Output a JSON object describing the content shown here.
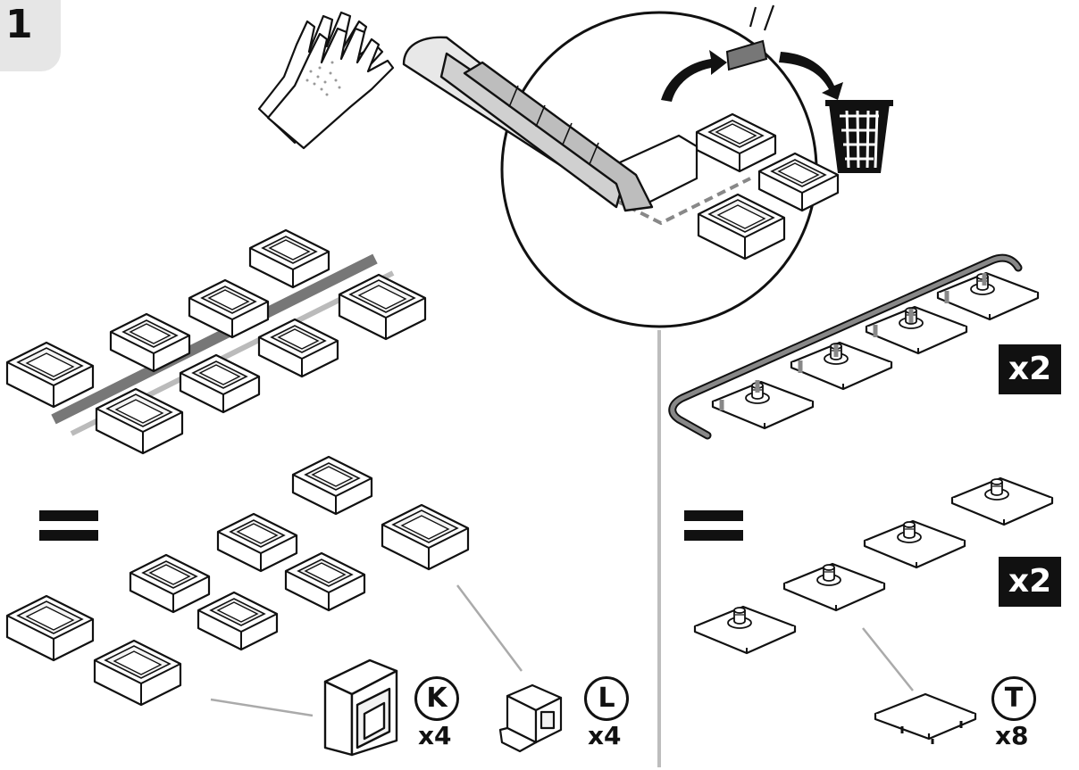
{
  "step": {
    "number": "1"
  },
  "left_panel": {
    "part_K": {
      "letter": "K",
      "quantity": "x4"
    },
    "part_L": {
      "letter": "L",
      "quantity": "x4"
    }
  },
  "right_panel": {
    "sprue_multiplier": "x2",
    "pieces_multiplier": "x2",
    "part_T": {
      "letter": "T",
      "quantity": "x8"
    }
  },
  "icons": [
    "gloves-icon",
    "utility-knife-icon",
    "trash-bin-icon",
    "arrow-icon"
  ],
  "colors": {
    "ink": "#111111",
    "panel_divider": "#bdbdbd",
    "badge_bg": "#e6e6e6"
  }
}
